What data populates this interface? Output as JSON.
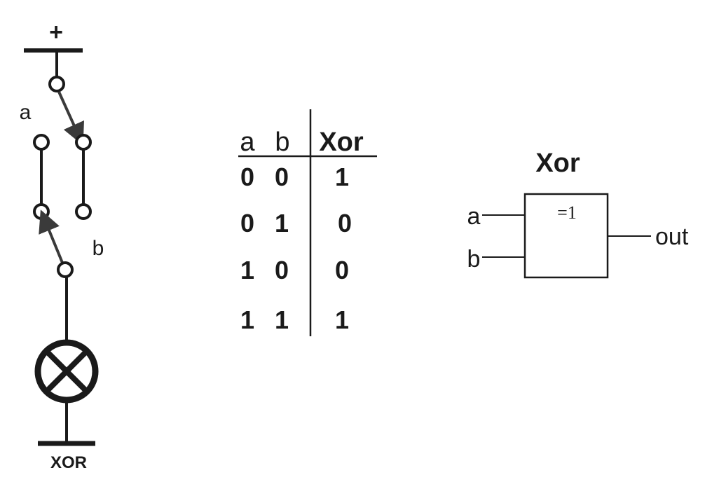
{
  "circuit": {
    "supply_label": "+",
    "switch_a_label": "a",
    "switch_b_label": "b",
    "ground_label": "XOR"
  },
  "truth_table": {
    "headers": [
      "a",
      "b",
      "Xor"
    ],
    "rows": [
      [
        "0",
        "0",
        "1"
      ],
      [
        "0",
        "1",
        "0"
      ],
      [
        "1",
        "0",
        "0"
      ],
      [
        "1",
        "1",
        "1"
      ]
    ]
  },
  "gate": {
    "title": "Xor",
    "symbol": "=1",
    "input_a": "a",
    "input_b": "b",
    "output": "out"
  },
  "colors": {
    "line": "#1a1a1a",
    "switch_arm": "#3a3a3a"
  }
}
